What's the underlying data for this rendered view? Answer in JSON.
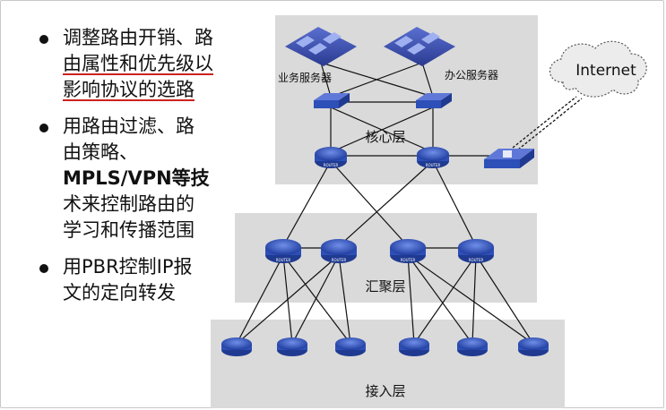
{
  "bullets": [
    {
      "lines": [
        "调整路由开销、路",
        "由属性和优先级以",
        "影响协议的选路"
      ]
    },
    {
      "lines": [
        "用路由过滤、路",
        "由策略、",
        "MPLS/VPN等技",
        "术来控制路由的",
        "学习和传播范围"
      ]
    },
    {
      "lines": [
        "用PBR控制IP报",
        "文的定向转发"
      ]
    }
  ],
  "diagram": {
    "layers": {
      "core": "核心层",
      "aggregation": "汇聚层",
      "access": "接入层"
    },
    "servers": {
      "business": "业务服务器",
      "office": "办公服务器"
    },
    "cloud_label": "Internet",
    "device_text": "ROUTER"
  },
  "colors": {
    "layer_bg": "#d9d9d9",
    "server_blue": "#3a4fa8",
    "router_blue": "#2d4fb8",
    "underline": "#cc2222"
  }
}
